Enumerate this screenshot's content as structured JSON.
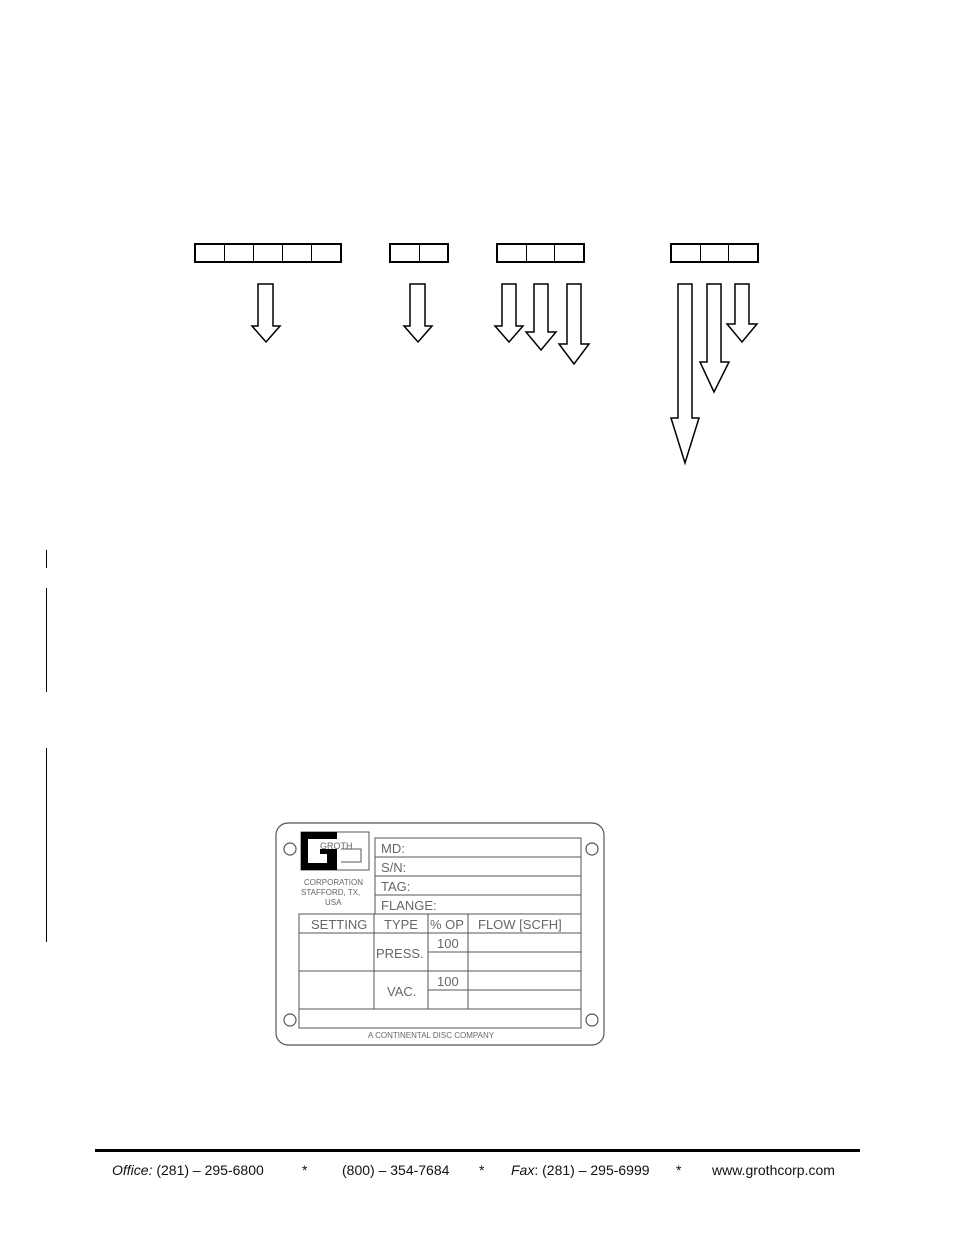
{
  "code_groups": [
    {
      "cells": 5
    },
    {
      "cells": 2
    },
    {
      "cells": 3
    },
    {
      "cells": 3
    }
  ],
  "nameplate": {
    "logo_text": "GROTH",
    "company_lines": [
      "CORPORATION",
      "STAFFORD, TX,",
      "USA"
    ],
    "fields": [
      "MD:",
      "S/N:",
      "TAG:",
      "FLANGE:"
    ],
    "table_headers": [
      "SETTING",
      "TYPE",
      "% OP",
      "FLOW [SCFH]"
    ],
    "rows": [
      {
        "type": "PRESS.",
        "op": "100"
      },
      {
        "type": "VAC.",
        "op": "100"
      }
    ],
    "bottom_text": "A CONTINENTAL DISC COMPANY"
  },
  "footer": {
    "office_label": "Office:",
    "office_phone": "(281) – 295-6800",
    "separator": "*",
    "tollfree": "(800) – 354-7684",
    "fax_label": "Fax",
    "fax_phone": ": (281) – 295-6999",
    "website": "www.grothcorp.com"
  }
}
